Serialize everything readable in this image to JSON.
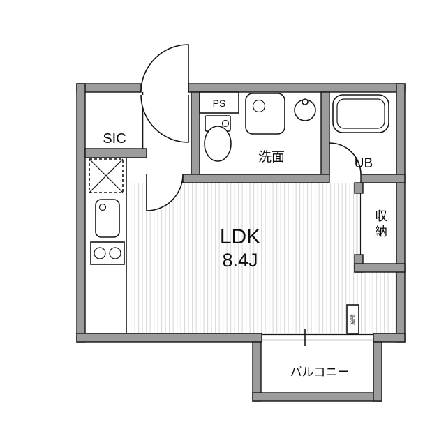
{
  "colors": {
    "wall_fill": "#9c9c9c",
    "floor_stripe": "#dcdcdc",
    "line": "#151515"
  },
  "labels": {
    "sic": "SIC",
    "pipe_space": "PS",
    "washroom": "洗面",
    "unit_bath": "UB",
    "storage": "収納",
    "ldk_name": "LDK",
    "ldk_size": "8.4J",
    "balcony": "バルコニー",
    "water_heater": "給湯"
  }
}
